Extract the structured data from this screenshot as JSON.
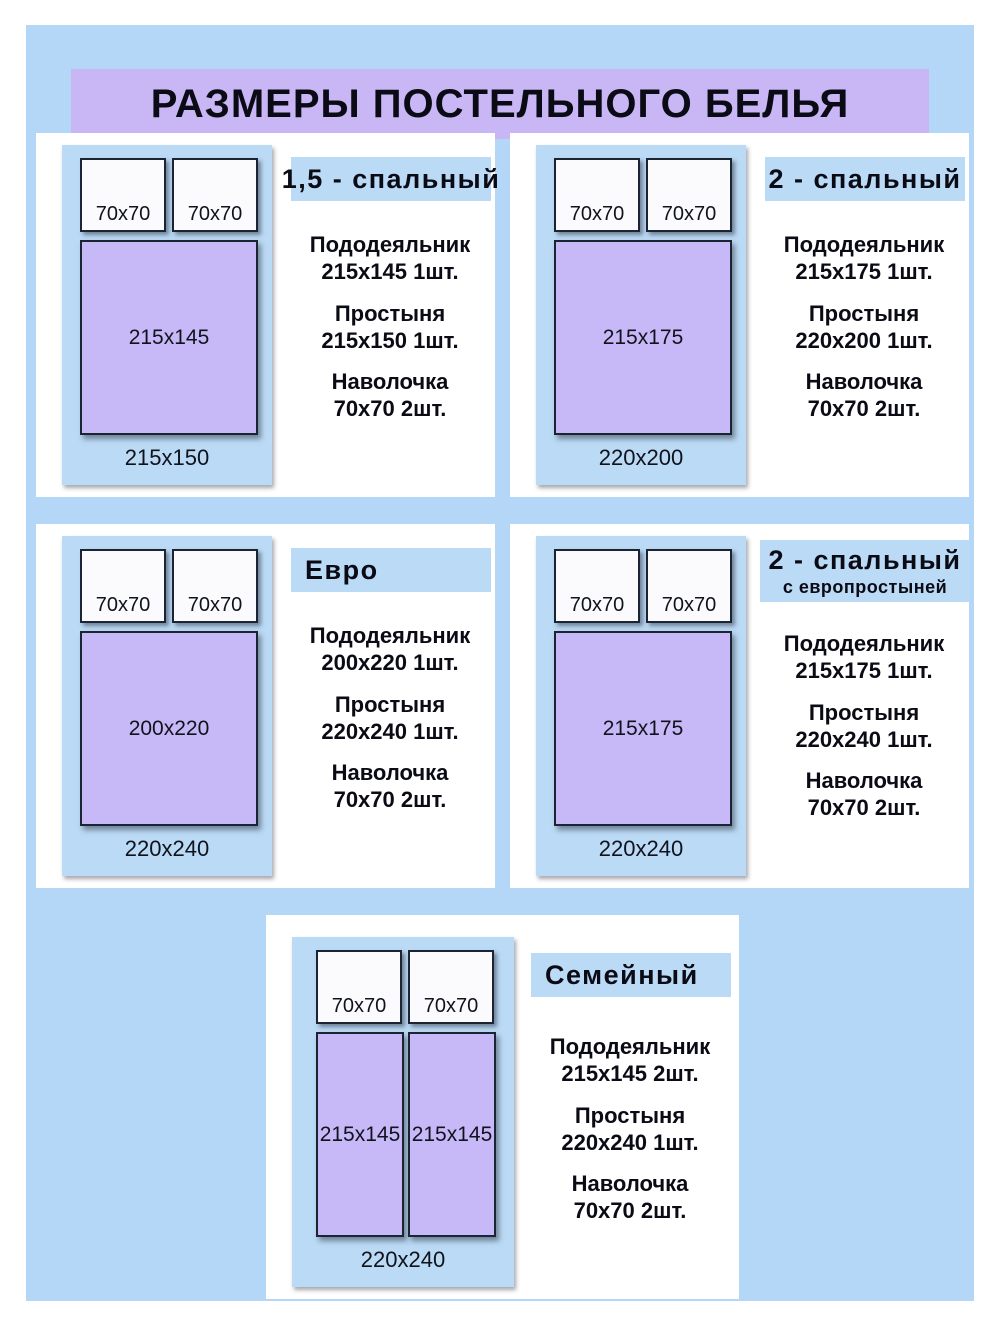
{
  "title": "РАЗМЕРЫ ПОСТЕЛЬНОГО БЕЛЬЯ",
  "colors": {
    "page_background": "#b4d7f7",
    "title_banner": "#c9b6f5",
    "card_background": "#ffffff",
    "bed_panel": "#bbdaf5",
    "heading_strip": "#bbdaf5",
    "mattress": "#c7b8f7",
    "pillow": "#fbfbfd",
    "outline": "#1b2433",
    "text": "#0b0b15"
  },
  "labels": {
    "duvet": "Пододеяльник",
    "sheet": "Простыня",
    "pillowcase": "Наволочка"
  },
  "sets": [
    {
      "id": "odno-s-polovinoy",
      "heading": "1,5 - спальный",
      "subheading": "",
      "pillows": [
        "70x70",
        "70x70"
      ],
      "mattresses": [
        "215x145"
      ],
      "sheet_label": "215x150",
      "specs": [
        {
          "name": "Пододеяльник",
          "value": "215x145 1шт."
        },
        {
          "name": "Простыня",
          "value": "215x150 1шт."
        },
        {
          "name": "Наволочка",
          "value": "70x70 2шт."
        }
      ]
    },
    {
      "id": "dvuspalny",
      "heading": "2 - спальный",
      "subheading": "",
      "pillows": [
        "70x70",
        "70x70"
      ],
      "mattresses": [
        "215x175"
      ],
      "sheet_label": "220x200",
      "specs": [
        {
          "name": "Пододеяльник",
          "value": "215x175 1шт."
        },
        {
          "name": "Простыня",
          "value": "220x200 1шт."
        },
        {
          "name": "Наволочка",
          "value": "70x70 2шт."
        }
      ]
    },
    {
      "id": "evro",
      "heading": "Евро",
      "subheading": "",
      "pillows": [
        "70x70",
        "70x70"
      ],
      "mattresses": [
        "200x220"
      ],
      "sheet_label": "220x240",
      "specs": [
        {
          "name": "Пододеяльник",
          "value": "200x220 1шт."
        },
        {
          "name": "Простыня",
          "value": "220x240 1шт."
        },
        {
          "name": "Наволочка",
          "value": "70x70 2шт."
        }
      ]
    },
    {
      "id": "dvuspalny-evroprostynya",
      "heading": "2 - спальный",
      "subheading": "с европростыней",
      "pillows": [
        "70x70",
        "70x70"
      ],
      "mattresses": [
        "215x175"
      ],
      "sheet_label": "220x240",
      "specs": [
        {
          "name": "Пододеяльник",
          "value": "215x175 1шт."
        },
        {
          "name": "Простыня",
          "value": "220x240 1шт."
        },
        {
          "name": "Наволочка",
          "value": "70x70 2шт."
        }
      ]
    },
    {
      "id": "semeyny",
      "heading": "Семейный",
      "subheading": "",
      "pillows": [
        "70x70",
        "70x70"
      ],
      "mattresses": [
        "215x145",
        "215x145"
      ],
      "sheet_label": "220x240",
      "specs": [
        {
          "name": "Пододеяльник",
          "value": "215x145 2шт."
        },
        {
          "name": "Простыня",
          "value": "220x240 1шт."
        },
        {
          "name": "Наволочка",
          "value": "70x70 2шт."
        }
      ]
    }
  ]
}
